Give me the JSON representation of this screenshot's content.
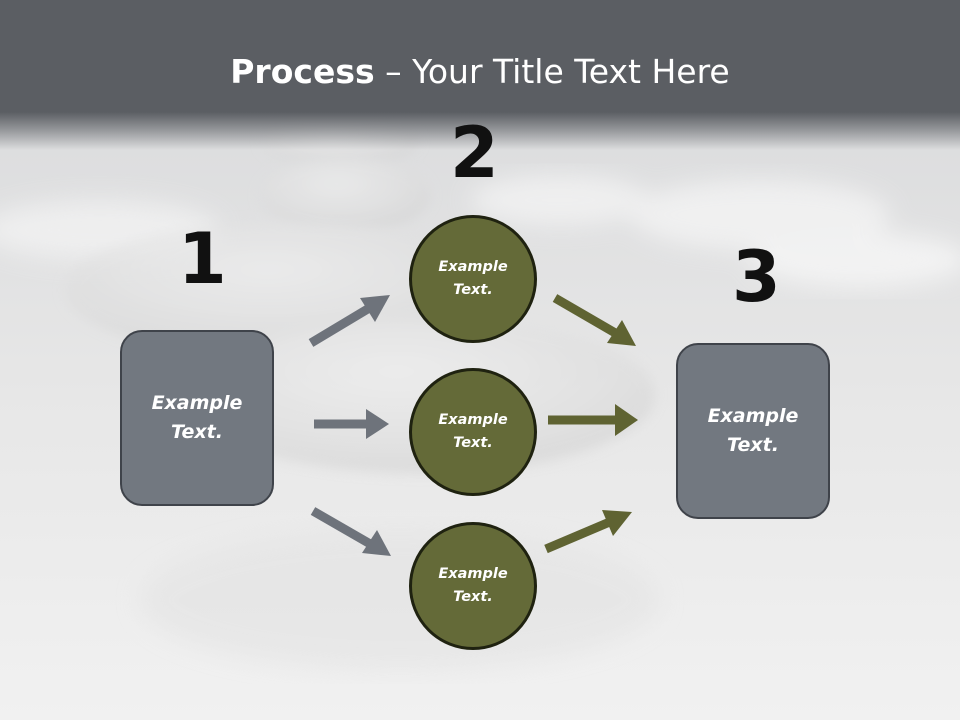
{
  "title": {
    "bold": "Process",
    "separator": " – ",
    "rest": "Your Title Text Here"
  },
  "steps": [
    {
      "number": "1",
      "items": [
        "Example Text."
      ]
    },
    {
      "number": "2",
      "items": [
        "Example Text.",
        "Example Text.",
        "Example Text."
      ]
    },
    {
      "number": "3",
      "items": [
        "Example Text."
      ]
    }
  ],
  "colors": {
    "header": "#5b5e63",
    "box": "#727880",
    "circle": "#646a38",
    "arrow_gray": "#6e737b",
    "arrow_olive": "#5f6332"
  }
}
